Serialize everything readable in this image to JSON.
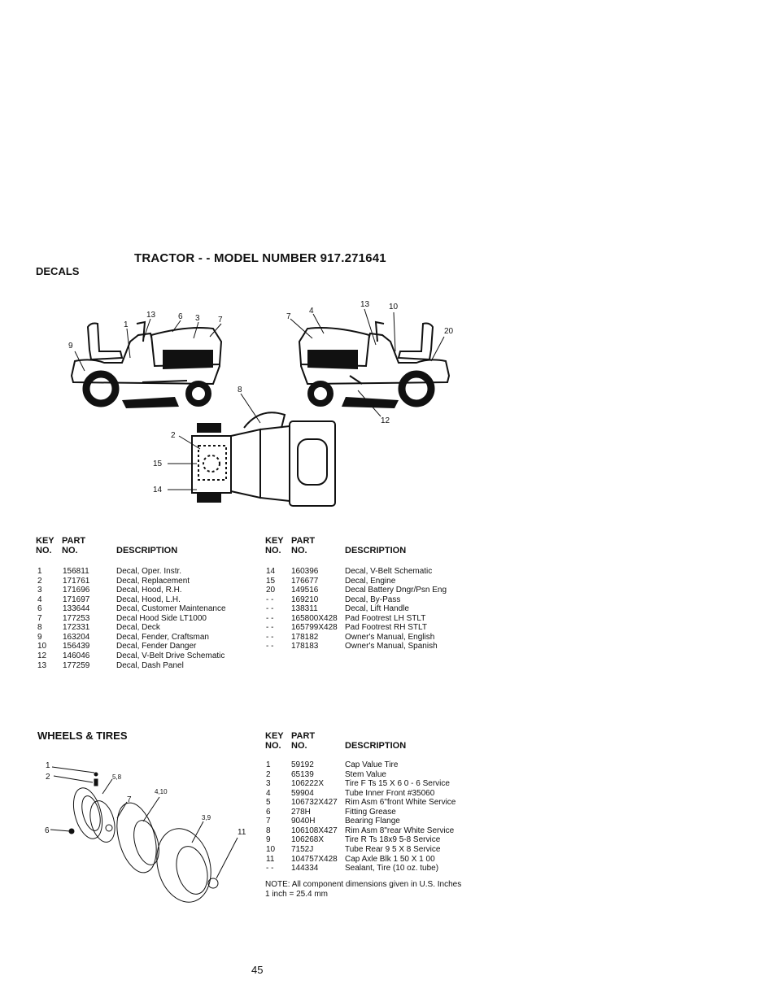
{
  "title": "TRACTOR - - MODEL NUMBER 917.271641",
  "decals": {
    "heading": "DECALS",
    "callouts": {
      "left": [
        "13",
        "6",
        "3",
        "7",
        "1",
        "9"
      ],
      "right": [
        "7",
        "4",
        "13",
        "10",
        "20",
        "8",
        "12"
      ],
      "top": [
        "2",
        "15",
        "14"
      ]
    },
    "header": {
      "key1": "KEY",
      "key2": "NO.",
      "part1": "PART",
      "part2": "NO.",
      "desc": "DESCRIPTION"
    },
    "left_rows": [
      {
        "key": "1",
        "part": "156811",
        "desc": "Decal, Oper. Instr."
      },
      {
        "key": "2",
        "part": "171761",
        "desc": "Decal, Replacement"
      },
      {
        "key": "3",
        "part": "171696",
        "desc": "Decal, Hood, R.H."
      },
      {
        "key": "4",
        "part": "171697",
        "desc": "Decal, Hood, L.H."
      },
      {
        "key": "6",
        "part": "133644",
        "desc": "Decal, Customer Maintenance"
      },
      {
        "key": "7",
        "part": "177253",
        "desc": "Decal Hood Side LT1000"
      },
      {
        "key": "8",
        "part": "172331",
        "desc": "Decal, Deck"
      },
      {
        "key": "9",
        "part": "163204",
        "desc": "Decal, Fender, Craftsman"
      },
      {
        "key": "10",
        "part": "156439",
        "desc": "Decal, Fender Danger"
      },
      {
        "key": "12",
        "part": "146046",
        "desc": "Decal, V-Belt Drive Schematic"
      },
      {
        "key": "13",
        "part": "177259",
        "desc": "Decal, Dash Panel"
      }
    ],
    "right_rows": [
      {
        "key": "14",
        "part": "160396",
        "desc": "Decal, V-Belt Schematic"
      },
      {
        "key": "15",
        "part": "176677",
        "desc": "Decal, Engine"
      },
      {
        "key": "20",
        "part": "149516",
        "desc": "Decal Battery Dngr/Psn Eng"
      },
      {
        "key": "- -",
        "part": "169210",
        "desc": "Decal, By-Pass"
      },
      {
        "key": "- -",
        "part": "138311",
        "desc": "Decal, Lift Handle"
      },
      {
        "key": "- -",
        "part": "165800X428",
        "desc": "Pad Footrest LH STLT"
      },
      {
        "key": "- -",
        "part": "165799X428",
        "desc": "Pad Footrest RH STLT"
      },
      {
        "key": "- -",
        "part": "178182",
        "desc": "Owner's Manual, English"
      },
      {
        "key": "- -",
        "part": "178183",
        "desc": "Owner's Manual, Spanish"
      }
    ]
  },
  "wheels": {
    "heading": "WHEELS & TIRES",
    "callouts": [
      "1",
      "2",
      "5,8",
      "4,10",
      "7",
      "3,9",
      "6",
      "11"
    ],
    "header": {
      "key1": "KEY",
      "key2": "NO.",
      "part1": "PART",
      "part2": "NO.",
      "desc": "DESCRIPTION"
    },
    "rows": [
      {
        "key": "1",
        "part": "59192",
        "desc": "Cap Value Tire"
      },
      {
        "key": "2",
        "part": "65139",
        "desc": "Stem Value"
      },
      {
        "key": "3",
        "part": "106222X",
        "desc": "Tire F Ts 15 X 6 0 - 6 Service"
      },
      {
        "key": "4",
        "part": "59904",
        "desc": "Tube Inner Front #35060"
      },
      {
        "key": "5",
        "part": "106732X427",
        "desc": "Rim Asm 6\"front White Service"
      },
      {
        "key": "6",
        "part": "278H",
        "desc": "Fitting Grease"
      },
      {
        "key": "7",
        "part": "9040H",
        "desc": "Bearing Flange"
      },
      {
        "key": "8",
        "part": "106108X427",
        "desc": "Rim Asm 8\"rear White Service"
      },
      {
        "key": "9",
        "part": "106268X",
        "desc": "Tire R Ts 18x9 5-8 Service"
      },
      {
        "key": "10",
        "part": "7152J",
        "desc": "Tube Rear 9 5 X 8 Service"
      },
      {
        "key": "11",
        "part": "104757X428",
        "desc": "Cap Axle Blk 1 50 X 1 00"
      },
      {
        "key": "- -",
        "part": "144334",
        "desc": "Sealant, Tire (10 oz. tube)"
      }
    ],
    "note_line1": "NOTE: All component dimensions given in U.S. Inches",
    "note_line2": "1 inch = 25.4 mm"
  },
  "page_number": "45"
}
